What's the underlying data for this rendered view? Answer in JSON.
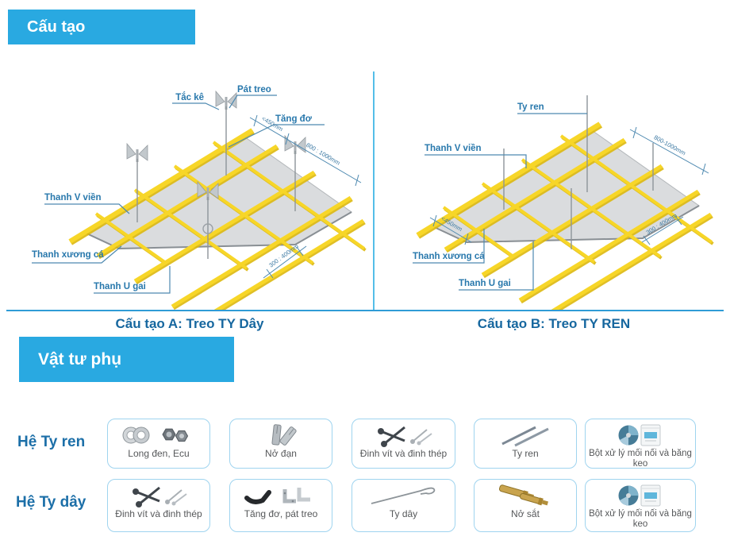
{
  "header": {
    "section_structure": "Cấu tạo",
    "section_materials": "Vật tư phụ"
  },
  "diagram_a": {
    "caption": "Cấu tạo A: Treo TY Dây",
    "labels": {
      "tac_ke": "Tắc kê",
      "pat_treo": "Pát treo",
      "tang_do": "Tăng đơ",
      "thanh_v_vien": "Thanh V viền",
      "thanh_xuong_ca": "Thanh xương cá",
      "thanh_u_gai": "Thanh U gai"
    },
    "dims": {
      "edge": "<450mm",
      "main": "800 : 1000mm",
      "cross": "300 : 400mm"
    }
  },
  "diagram_b": {
    "caption": "Cấu tạo B: Treo TY REN",
    "labels": {
      "ty_ren": "Ty ren",
      "thanh_v_vien": "Thanh V viền",
      "thanh_xuong_ca": "Thanh xương cá",
      "thanh_u_gai": "Thanh U gai"
    },
    "dims": {
      "main": "800-1000mm",
      "edge": "<450mm",
      "cross": "300 : 400mm"
    }
  },
  "materials": {
    "rows": [
      {
        "system": "Hệ Ty ren",
        "items": [
          {
            "label": "Long đen, Ecu",
            "icon": "washer-nut-icon"
          },
          {
            "label": "Nở đạn",
            "icon": "drop-in-anchor-icon"
          },
          {
            "label": "Đinh vít và đinh thép",
            "icon": "screws-icon"
          },
          {
            "label": "Ty ren",
            "icon": "threaded-rod-icon"
          },
          {
            "label": "Bột xử lý mối nối và băng keo",
            "icon": "joint-powder-tape-icon"
          }
        ]
      },
      {
        "system": "Hệ Ty dây",
        "items": [
          {
            "label": "Đinh vít và đinh thép",
            "icon": "screws-icon"
          },
          {
            "label": "Tăng đơ, pát treo",
            "icon": "turnbuckle-bracket-icon"
          },
          {
            "label": "Ty dây",
            "icon": "wire-hanger-icon"
          },
          {
            "label": "Nở sắt",
            "icon": "iron-anchor-icon"
          },
          {
            "label": "Bột xử lý mối nối và băng keo",
            "icon": "joint-powder-tape-icon"
          }
        ]
      }
    ]
  },
  "colors": {
    "accent": "#29A9E1",
    "label_blue": "#1C6FA8",
    "line_blue": "#4D89B0",
    "bar_yellow": "#F6D31F",
    "panel_gray": "#DADCDE"
  }
}
